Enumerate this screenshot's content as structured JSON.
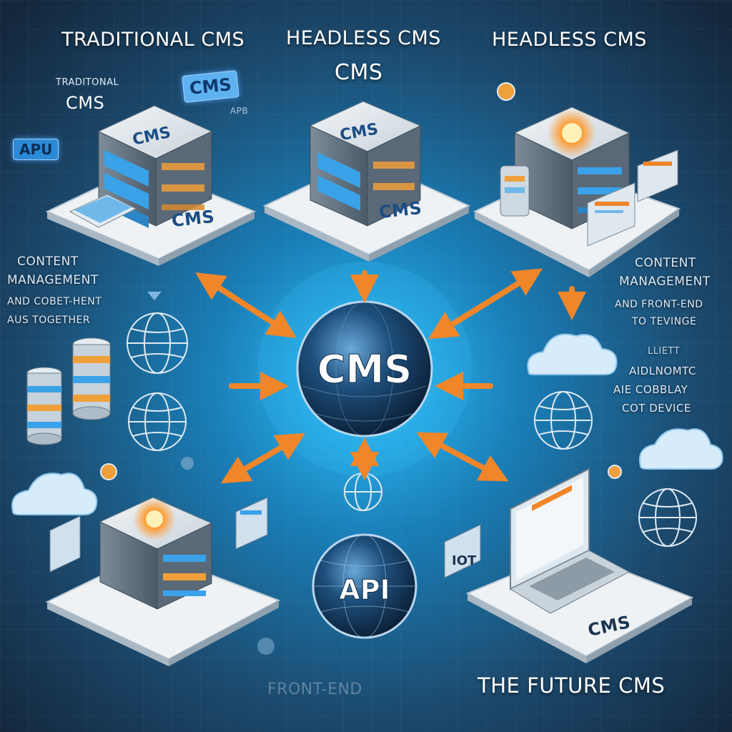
{
  "titles": {
    "traditional": "TRADITIONAL CMS",
    "headless_1": "HEADLESS CMS",
    "headless_2": "HEADLESS CMS",
    "headless_sub": "CMS",
    "footer_future": "THE FUTURE CMS",
    "footer_frontend": "FRONT-END"
  },
  "left_labels": {
    "trad_small_1": "TRADITONAL",
    "trad_small_2": "CMS",
    "api_chip": "APU",
    "cms_chip": "CMS",
    "apb_chip": "APB",
    "content_line1": "CONTENT",
    "content_line2": "MANAGEMENT",
    "content_line3": "AND COBET-HENT",
    "content_line4": "AUS TOGETHER"
  },
  "right_labels": {
    "content_line1": "CONTENT",
    "content_line2": "MANAGEMENT",
    "content_line3": "AND FRONT-END",
    "content_line4": "TO TEVINGE",
    "extra_line1": "LLIETT",
    "extra_line2": "AIDLNOMTC",
    "extra_line3": "AIE COBBLAY",
    "extra_line4": "COT DEVICE",
    "iot_screen": "IOT"
  },
  "server_labels": {
    "left_top": "CMS",
    "left_base": "CMS",
    "center_top": "CMS",
    "center_base": "CMS",
    "right_base": "CMS"
  },
  "hub": {
    "center": "CMS",
    "api": "API"
  },
  "colors": {
    "background": "#1b3550",
    "glow": "#1fa7e8",
    "arrow": "#f0862a",
    "platform": "#e9eef2",
    "title_text": "#ffffff",
    "server_body": "#5c6f80",
    "accent_orange": "#ff9a2e"
  },
  "icons": [
    "globe-icon",
    "cloud-icon",
    "database-icon",
    "server-icon",
    "laptop-icon",
    "arrow-icon"
  ]
}
